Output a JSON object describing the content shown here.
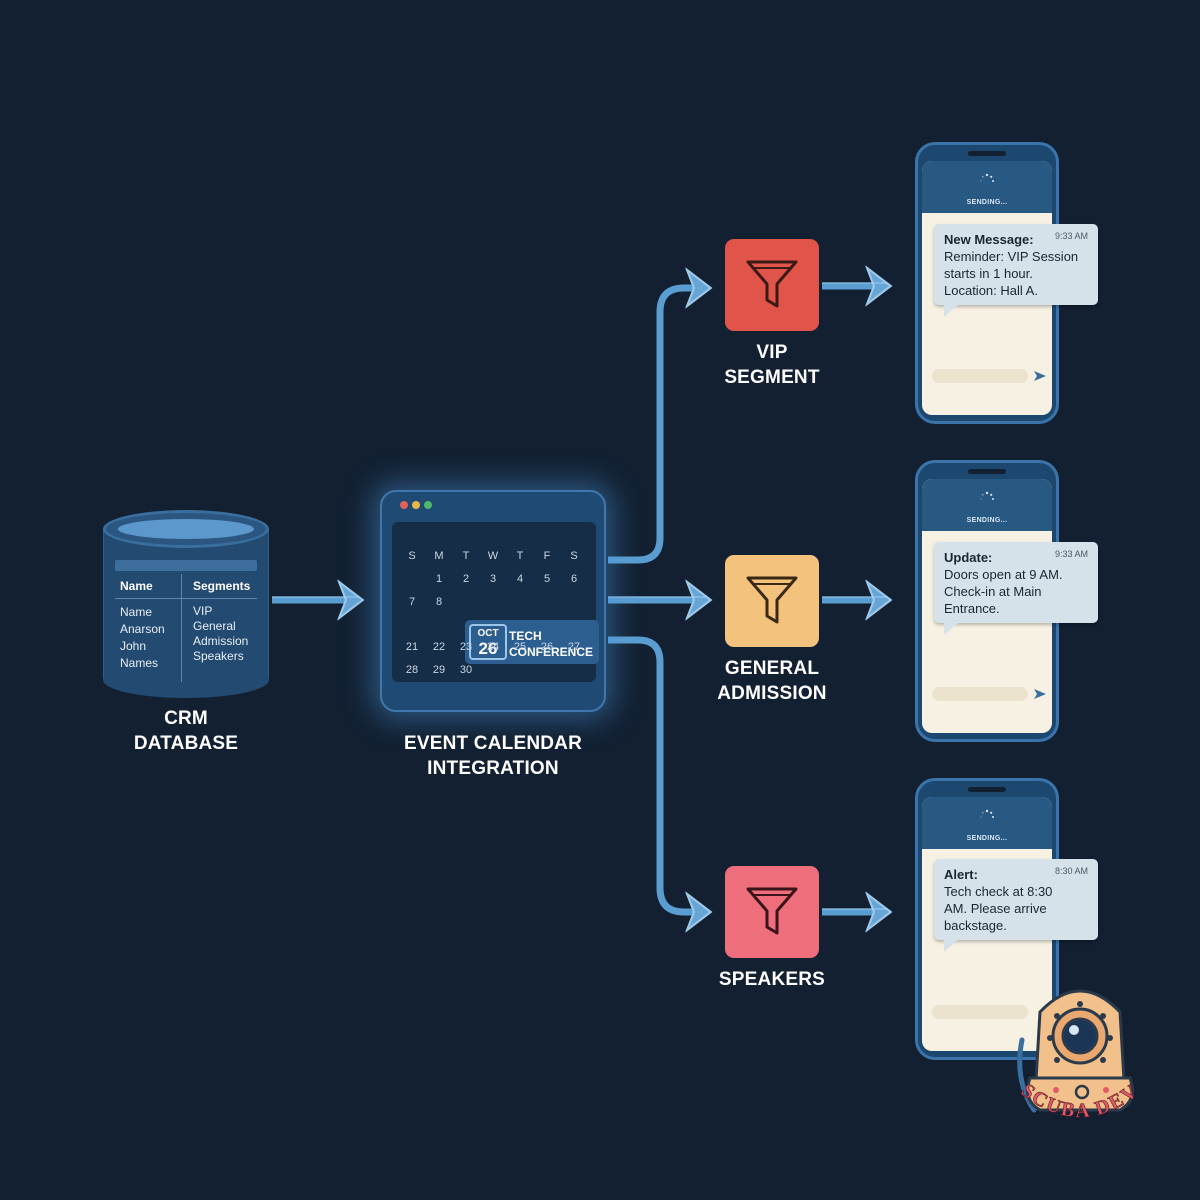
{
  "nodes": {
    "crm": {
      "label_lines": [
        "CRM",
        "DATABASE"
      ],
      "table": {
        "headers": [
          "Name",
          "Segments"
        ],
        "names": [
          "Name",
          "Anarson",
          "John",
          "Names"
        ],
        "segments": [
          "VIP",
          "General",
          "Admission",
          "Speakers"
        ]
      }
    },
    "calendar": {
      "label_lines": [
        "EVENT CALENDAR",
        "INTEGRATION"
      ],
      "weekdays": [
        "S",
        "M",
        "T",
        "W",
        "T",
        "F",
        "S"
      ],
      "row1": [
        "1",
        "2",
        "3",
        "4",
        "5",
        "6"
      ],
      "row2_start": [
        "7",
        "8"
      ],
      "row4": [
        "21",
        "22",
        "23",
        "24",
        "25",
        "26",
        "27"
      ],
      "row5": [
        "28",
        "29",
        "30"
      ],
      "event": {
        "month": "OCT",
        "day": "26",
        "name_lines": [
          "TECH",
          "CONFERENCE"
        ]
      },
      "window_dot_colors": [
        "#e0605a",
        "#e6b84a",
        "#4fb86a"
      ]
    },
    "segments": [
      {
        "label_lines": [
          "VIP",
          "SEGMENT"
        ],
        "color": "#e0544a",
        "icon": "funnel-icon"
      },
      {
        "label_lines": [
          "GENERAL",
          "ADMISSION"
        ],
        "color": "#f3c37e",
        "icon": "funnel-icon"
      },
      {
        "label_lines": [
          "SPEAKERS"
        ],
        "color": "#ee6f7b",
        "icon": "funnel-icon"
      }
    ]
  },
  "phones": [
    {
      "status": "SENDING...",
      "message": {
        "title": "New Message:",
        "time": "9:33 AM",
        "lines": [
          "Reminder: VIP Session",
          "starts in 1 hour.",
          "Location: Hall A."
        ]
      }
    },
    {
      "status": "SENDING...",
      "message": {
        "title": "Update:",
        "time": "9:33 AM",
        "lines": [
          "Doors open at 9 AM.",
          "Check-in at Main",
          "Entrance."
        ]
      }
    },
    {
      "status": "SENDING...",
      "message": {
        "title": "Alert:",
        "time": "8:30 AM",
        "lines": [
          "Tech check at 8:30",
          "AM. Please arrive",
          "backstage."
        ]
      }
    }
  ],
  "logo": {
    "text": "SCUBA DEV",
    "icon": "diving-helmet-icon"
  },
  "colors": {
    "background": "#122032",
    "arrow": "#6aaee0",
    "panel": "#1f4a73"
  }
}
